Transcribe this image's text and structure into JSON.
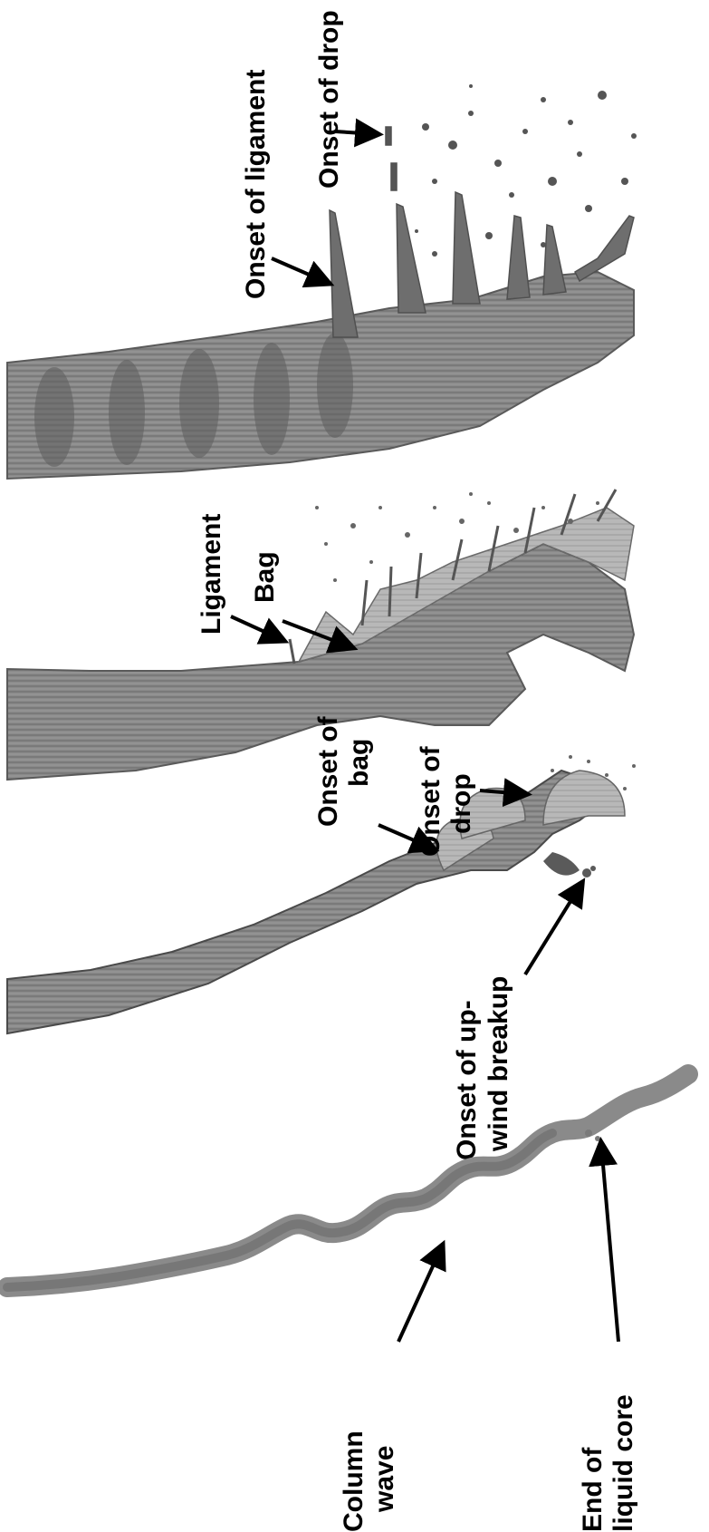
{
  "colors": {
    "ink": "#000000",
    "pencil_dark": "#4a4a4a",
    "pencil_mid": "#7a7a7a",
    "pencil_light": "#b5b5b5",
    "background": "#ffffff"
  },
  "labels": {
    "onset_of_ligament": "Onset of ligament",
    "onset_of_drop_top": "Onset of drop",
    "ligament": "Ligament",
    "bag": "Bag",
    "onset_of_bag_l1": "Onset of",
    "onset_of_bag_l2": "bag",
    "onset_of_drop_mid_l1": "Onset of",
    "onset_of_drop_mid_l2": "drop",
    "onset_upwind_l1": "Onset of  up-",
    "onset_upwind_l2": "wind breakup",
    "column_wave_l1": "Column",
    "column_wave_l2": "wave",
    "end_core_l1": "End of",
    "end_core_l2": "liquid core"
  }
}
